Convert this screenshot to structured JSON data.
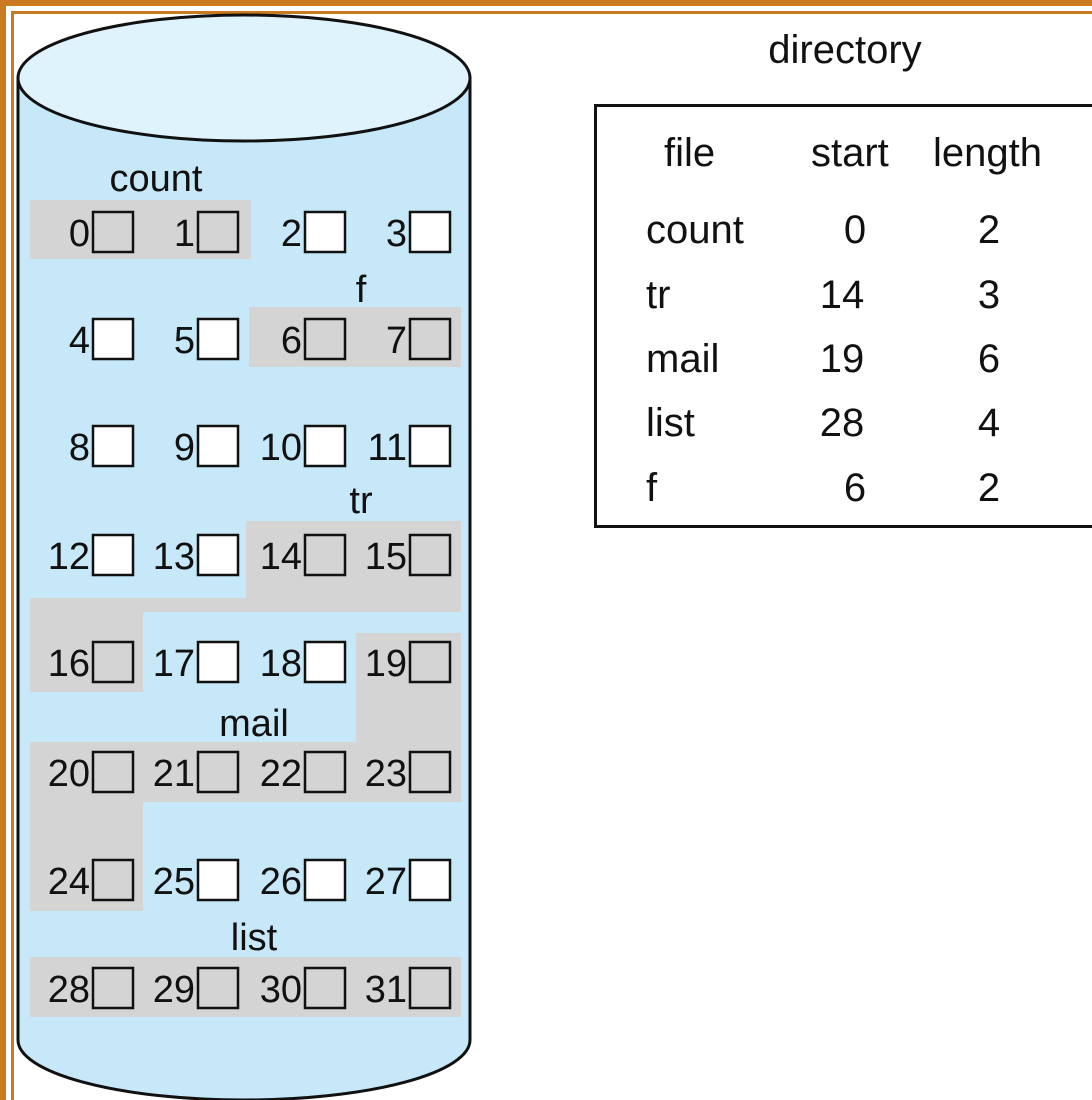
{
  "colors": {
    "frame": "#cc7a22",
    "disk_fill": "#c6e8f8",
    "disk_top": "#d8f0fc",
    "allocated": "#d4d4d4",
    "block_border": "#111111"
  },
  "disk": {
    "blocks": [
      "0",
      "1",
      "2",
      "3",
      "4",
      "5",
      "6",
      "7",
      "8",
      "9",
      "10",
      "11",
      "12",
      "13",
      "14",
      "15",
      "16",
      "17",
      "18",
      "19",
      "20",
      "21",
      "22",
      "23",
      "24",
      "25",
      "26",
      "27",
      "28",
      "29",
      "30",
      "31"
    ],
    "file_labels": {
      "count": "count",
      "f": "f",
      "tr": "tr",
      "mail": "mail",
      "list": "list"
    }
  },
  "directory": {
    "title": "directory",
    "headers": {
      "file": "file",
      "start": "start",
      "length": "length"
    },
    "rows": [
      {
        "file": "count",
        "start": "0",
        "length": "2"
      },
      {
        "file": "tr",
        "start": "14",
        "length": "3"
      },
      {
        "file": "mail",
        "start": "19",
        "length": "6"
      },
      {
        "file": "list",
        "start": "28",
        "length": "4"
      },
      {
        "file": "f",
        "start": "6",
        "length": "2"
      }
    ]
  }
}
